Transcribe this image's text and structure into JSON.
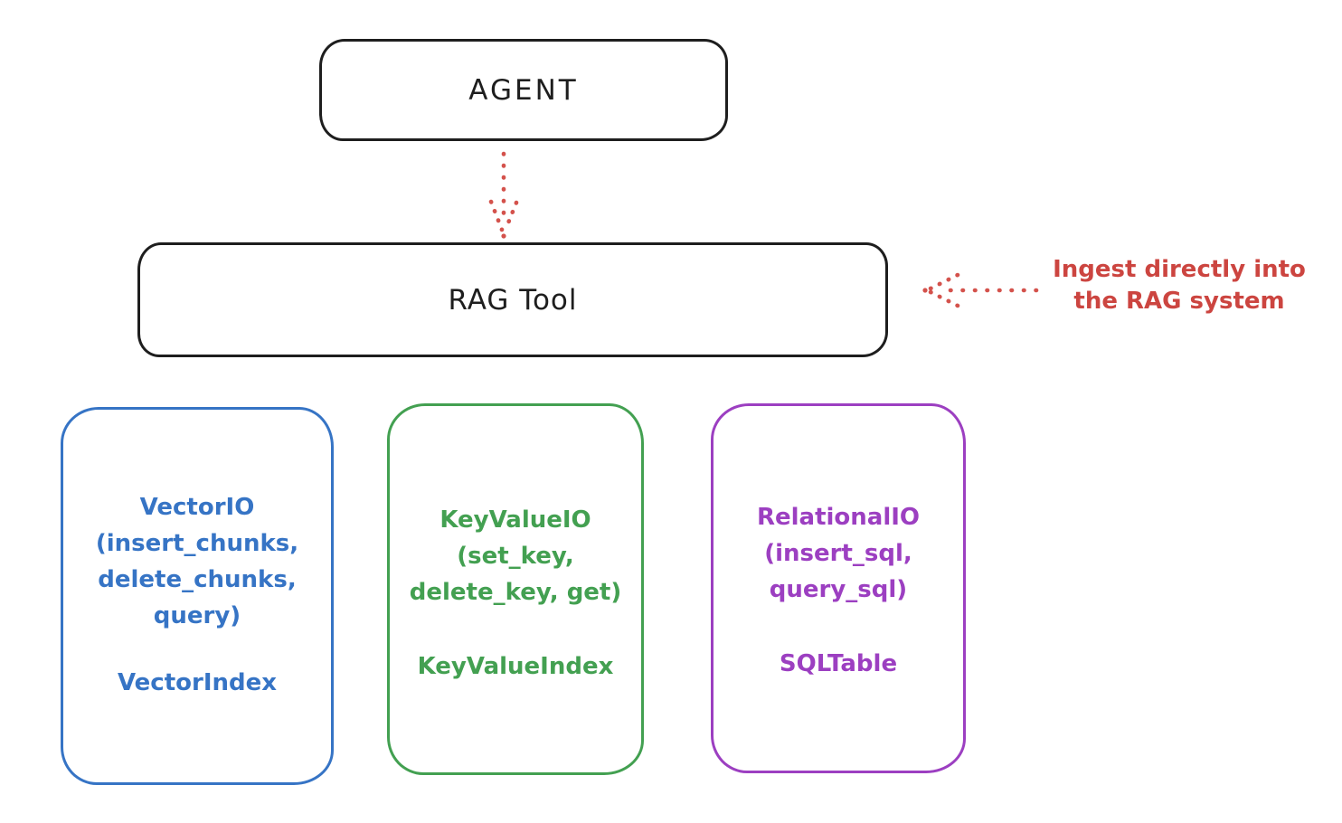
{
  "agent_box": {
    "label": "AGENT"
  },
  "rag_tool_box": {
    "label": "RAG Tool"
  },
  "ingest_annotation": {
    "text": "Ingest directly into\nthe RAG system",
    "color": "#cc4540"
  },
  "io_boxes": [
    {
      "name": "vector-io",
      "color": "#3674c5",
      "body": "VectorIO\n(insert_chunks,\ndelete_chunks,\nquery)",
      "footer": "VectorIndex"
    },
    {
      "name": "keyvalue-io",
      "color": "#43a051",
      "body": "KeyValueIO\n(set_key,\ndelete_key, get)",
      "footer": "KeyValueIndex"
    },
    {
      "name": "relational-io",
      "color": "#9c3fc1",
      "body": "RelationalIO\n(insert_sql,\nquery_sql)",
      "footer": "SQLTable"
    }
  ],
  "colors": {
    "stroke_black": "#1e1e1e",
    "arrow_red": "#cc4540",
    "vector_blue": "#3674c5",
    "keyvalue_green": "#43a051",
    "relational_purple": "#9c3fc1",
    "background": "#ffffff"
  }
}
